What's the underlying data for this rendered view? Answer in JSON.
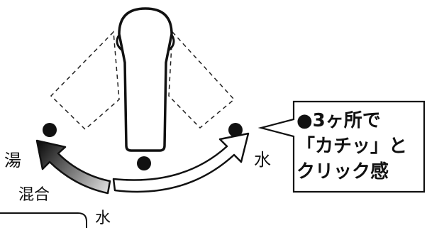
{
  "labels": {
    "hot": "湯",
    "mixed": "混合",
    "cold_right": "水",
    "cold_bottom": "水"
  },
  "callout": {
    "line1": "●3ヶ所で",
    "line2": "「カチッ」と",
    "line3": "クリック感"
  },
  "colors": {
    "ink": "#111111",
    "hot_arrow_start": "#dcdcdc",
    "hot_arrow_end": "#111111"
  },
  "icons": {
    "faucet": "single-lever-faucet-icon",
    "detent": "black-dot"
  }
}
